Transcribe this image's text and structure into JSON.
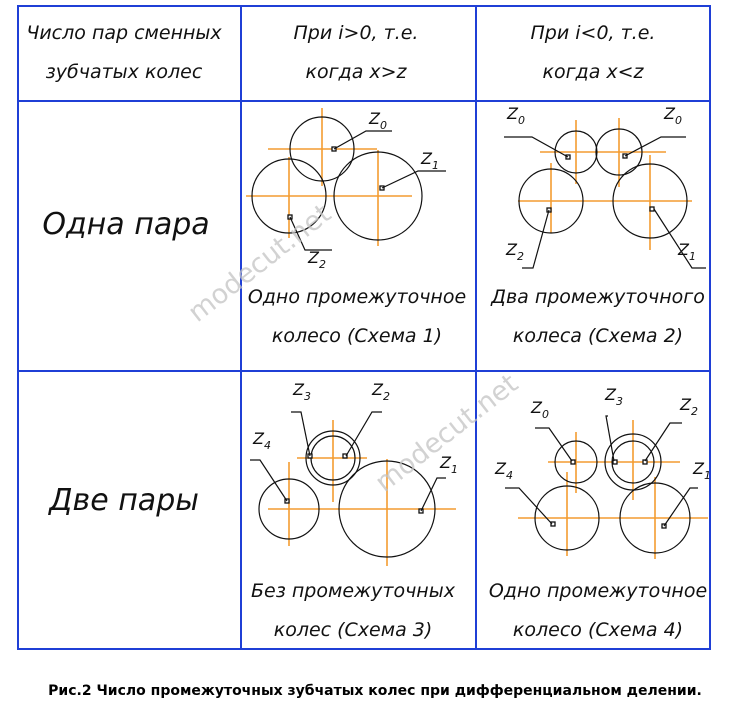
{
  "header": {
    "col1": [
      "Число пар сменных",
      "зубчатых колес"
    ],
    "col2": [
      "При i>0, т.е.",
      "когда x>z"
    ],
    "col3": [
      "При i<0, т.е.",
      "когда x<z"
    ]
  },
  "rows": {
    "one_pair": "Одна пара",
    "two_pairs": "Две пары"
  },
  "schemes": {
    "s1": {
      "caption": [
        "Одно промежуточное",
        "колесо  (Схема 1)"
      ],
      "labels": [
        {
          "z": "Z",
          "sub": "0"
        },
        {
          "z": "Z",
          "sub": "1"
        },
        {
          "z": "Z",
          "sub": "2"
        }
      ]
    },
    "s2": {
      "caption": [
        "Два промежуточного",
        "колеса  (Схема 2)"
      ],
      "labels": [
        {
          "z": "Z",
          "sub": "0"
        },
        {
          "z": "Z",
          "sub": "0"
        },
        {
          "z": "Z",
          "sub": "2"
        },
        {
          "z": "Z",
          "sub": "1"
        }
      ]
    },
    "s3": {
      "caption": [
        "Без промежуточных",
        "колес  (Схема 3)"
      ],
      "labels": [
        {
          "z": "Z",
          "sub": "3"
        },
        {
          "z": "Z",
          "sub": "2"
        },
        {
          "z": "Z",
          "sub": "4"
        },
        {
          "z": "Z",
          "sub": "1"
        }
      ]
    },
    "s4": {
      "caption": [
        "Одно промежуточное",
        "колесо  (Схема 4)"
      ],
      "labels": [
        {
          "z": "Z",
          "sub": "0"
        },
        {
          "z": "Z",
          "sub": "3"
        },
        {
          "z": "Z",
          "sub": "2"
        },
        {
          "z": "Z",
          "sub": "4"
        },
        {
          "z": "Z",
          "sub": "1"
        }
      ]
    }
  },
  "watermark": "modecut.net",
  "figure_caption": "Рис.2 Число промежуточных зубчатых колес при дифференциальном делении.",
  "colors": {
    "table_border": "#1f3fd6",
    "axis_lines": "#f39c30",
    "outline": "#111111"
  }
}
